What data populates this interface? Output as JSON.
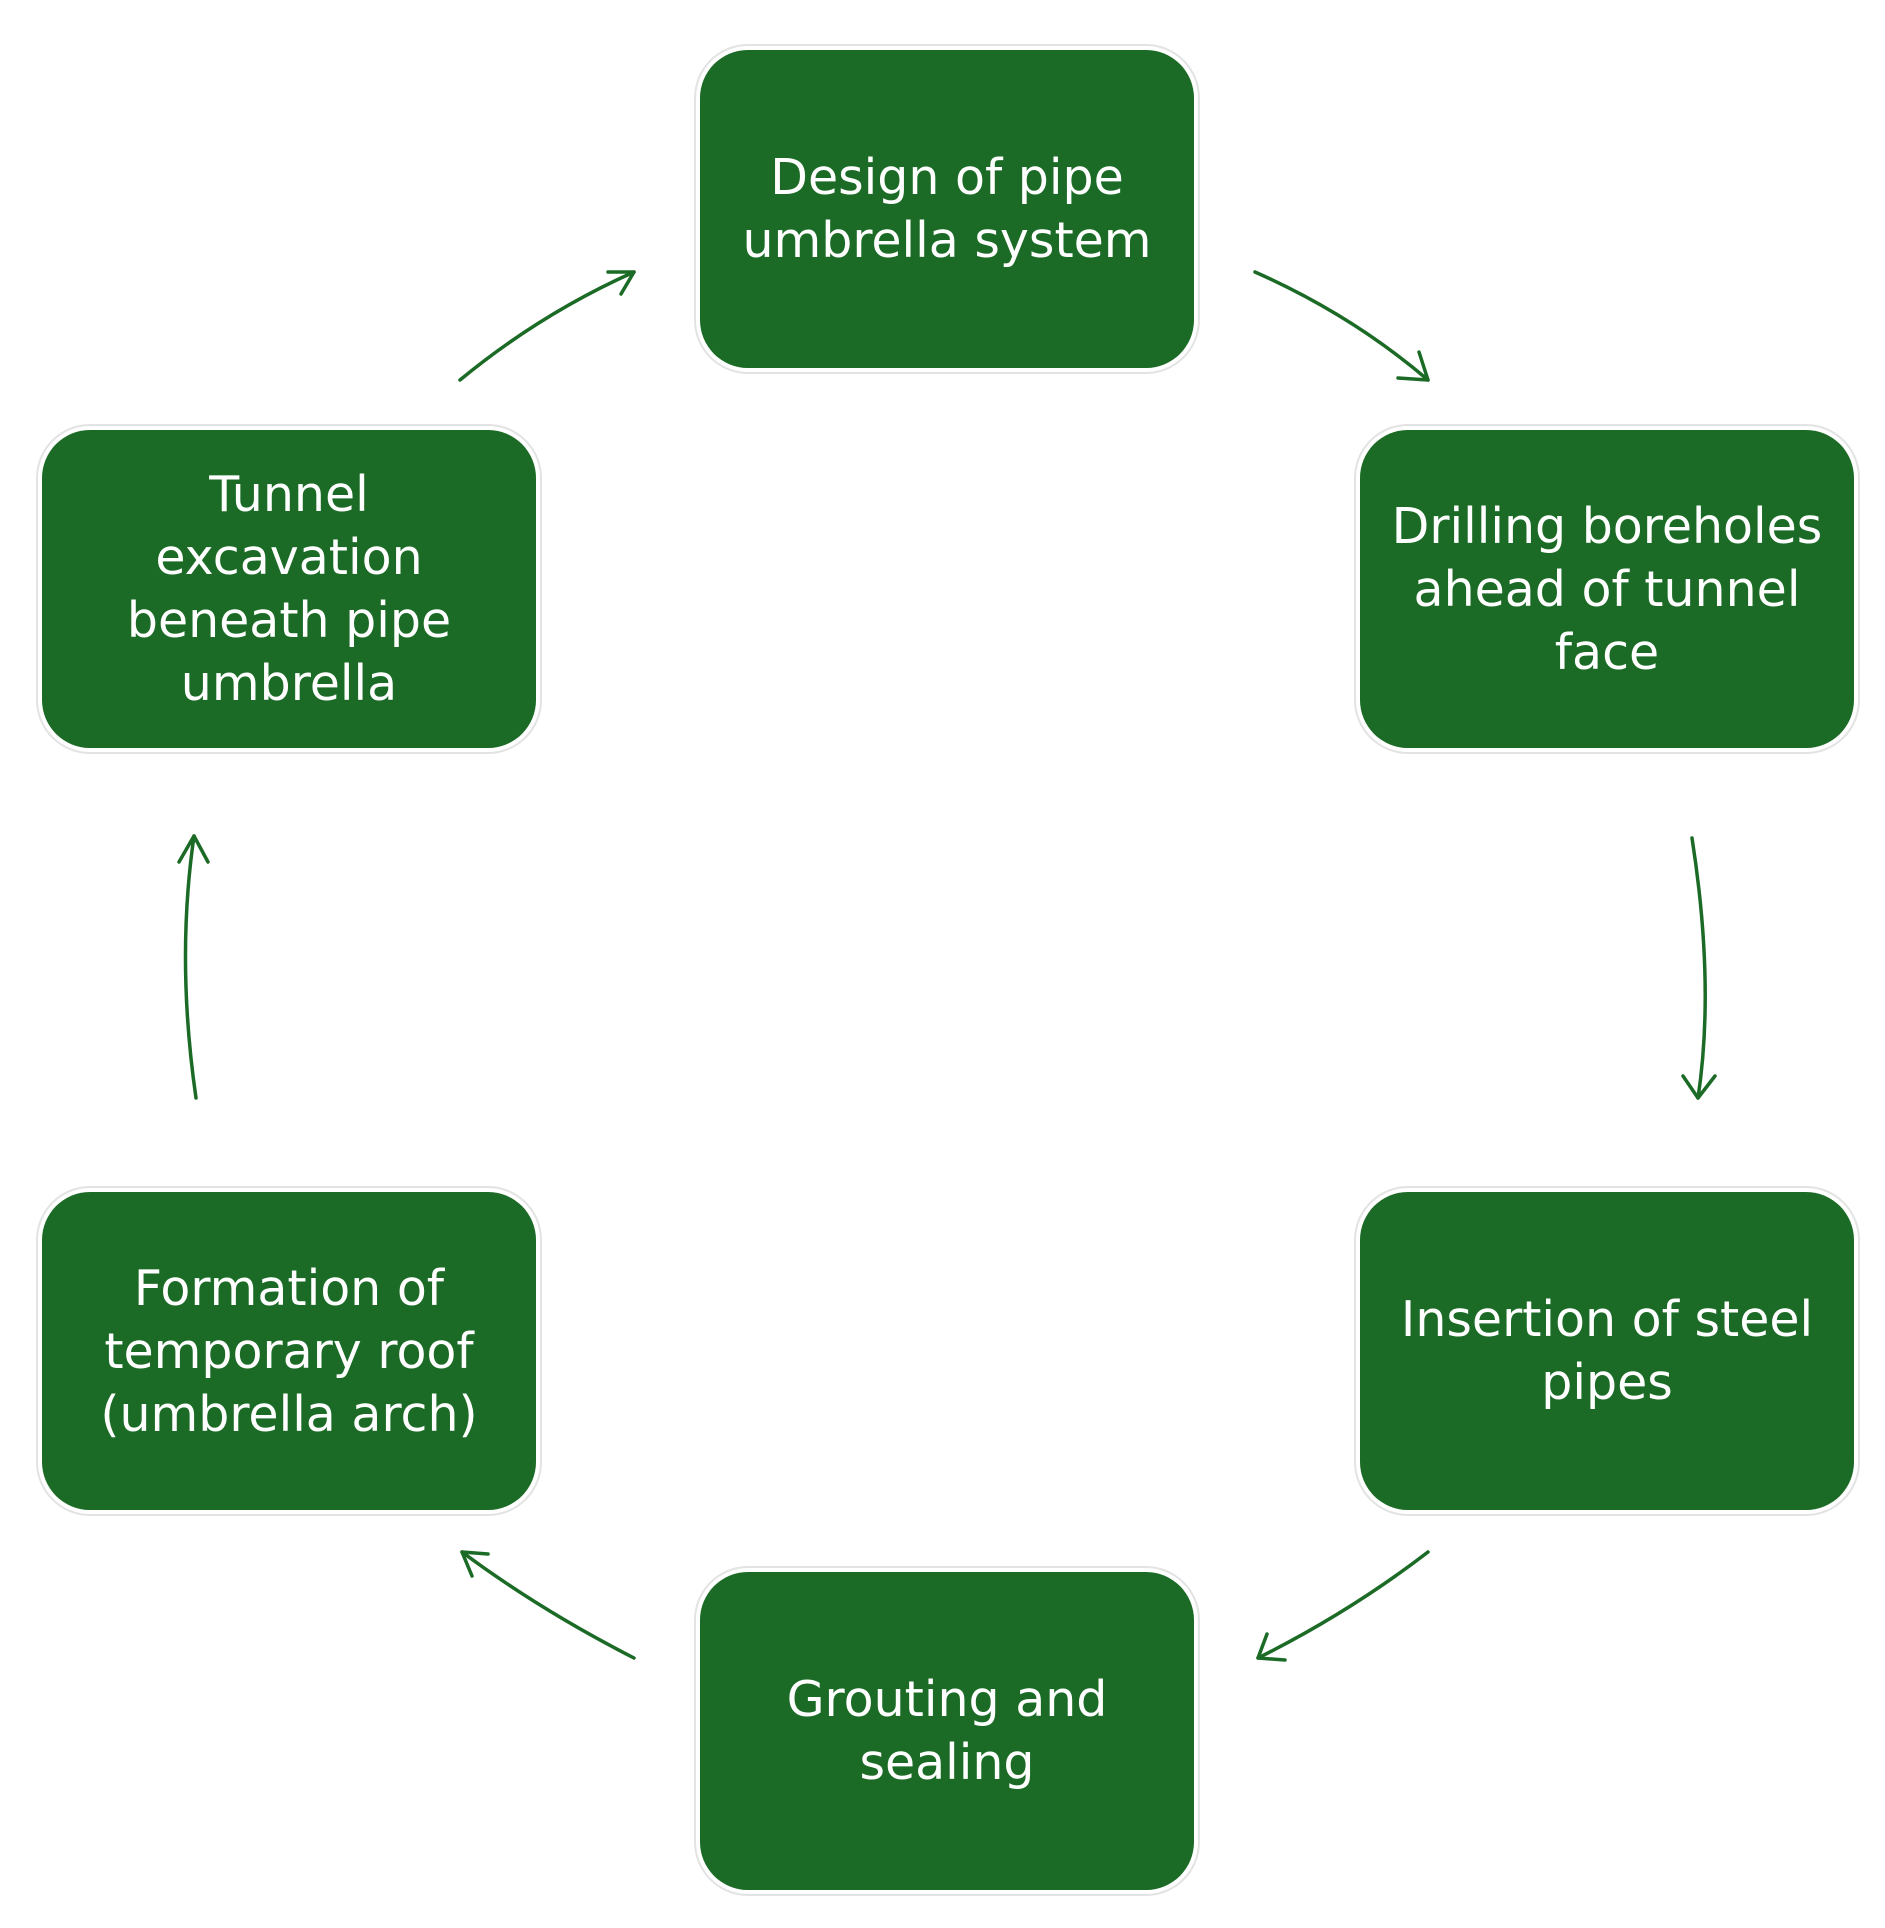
{
  "colors": {
    "box_background": "#1b6b26",
    "box_text": "#ffffff",
    "arrow": "#1b6b26"
  },
  "steps": [
    {
      "label": "Design of pipe\numbrella system"
    },
    {
      "label": "Drilling boreholes\nahead of tunnel\nface"
    },
    {
      "label": "Insertion of steel\npipes"
    },
    {
      "label": "Grouting and\nsealing"
    },
    {
      "label": "Formation of\ntemporary roof\n(umbrella arch)"
    },
    {
      "label": "Tunnel\nexcavation\nbeneath pipe\numbrella"
    }
  ]
}
